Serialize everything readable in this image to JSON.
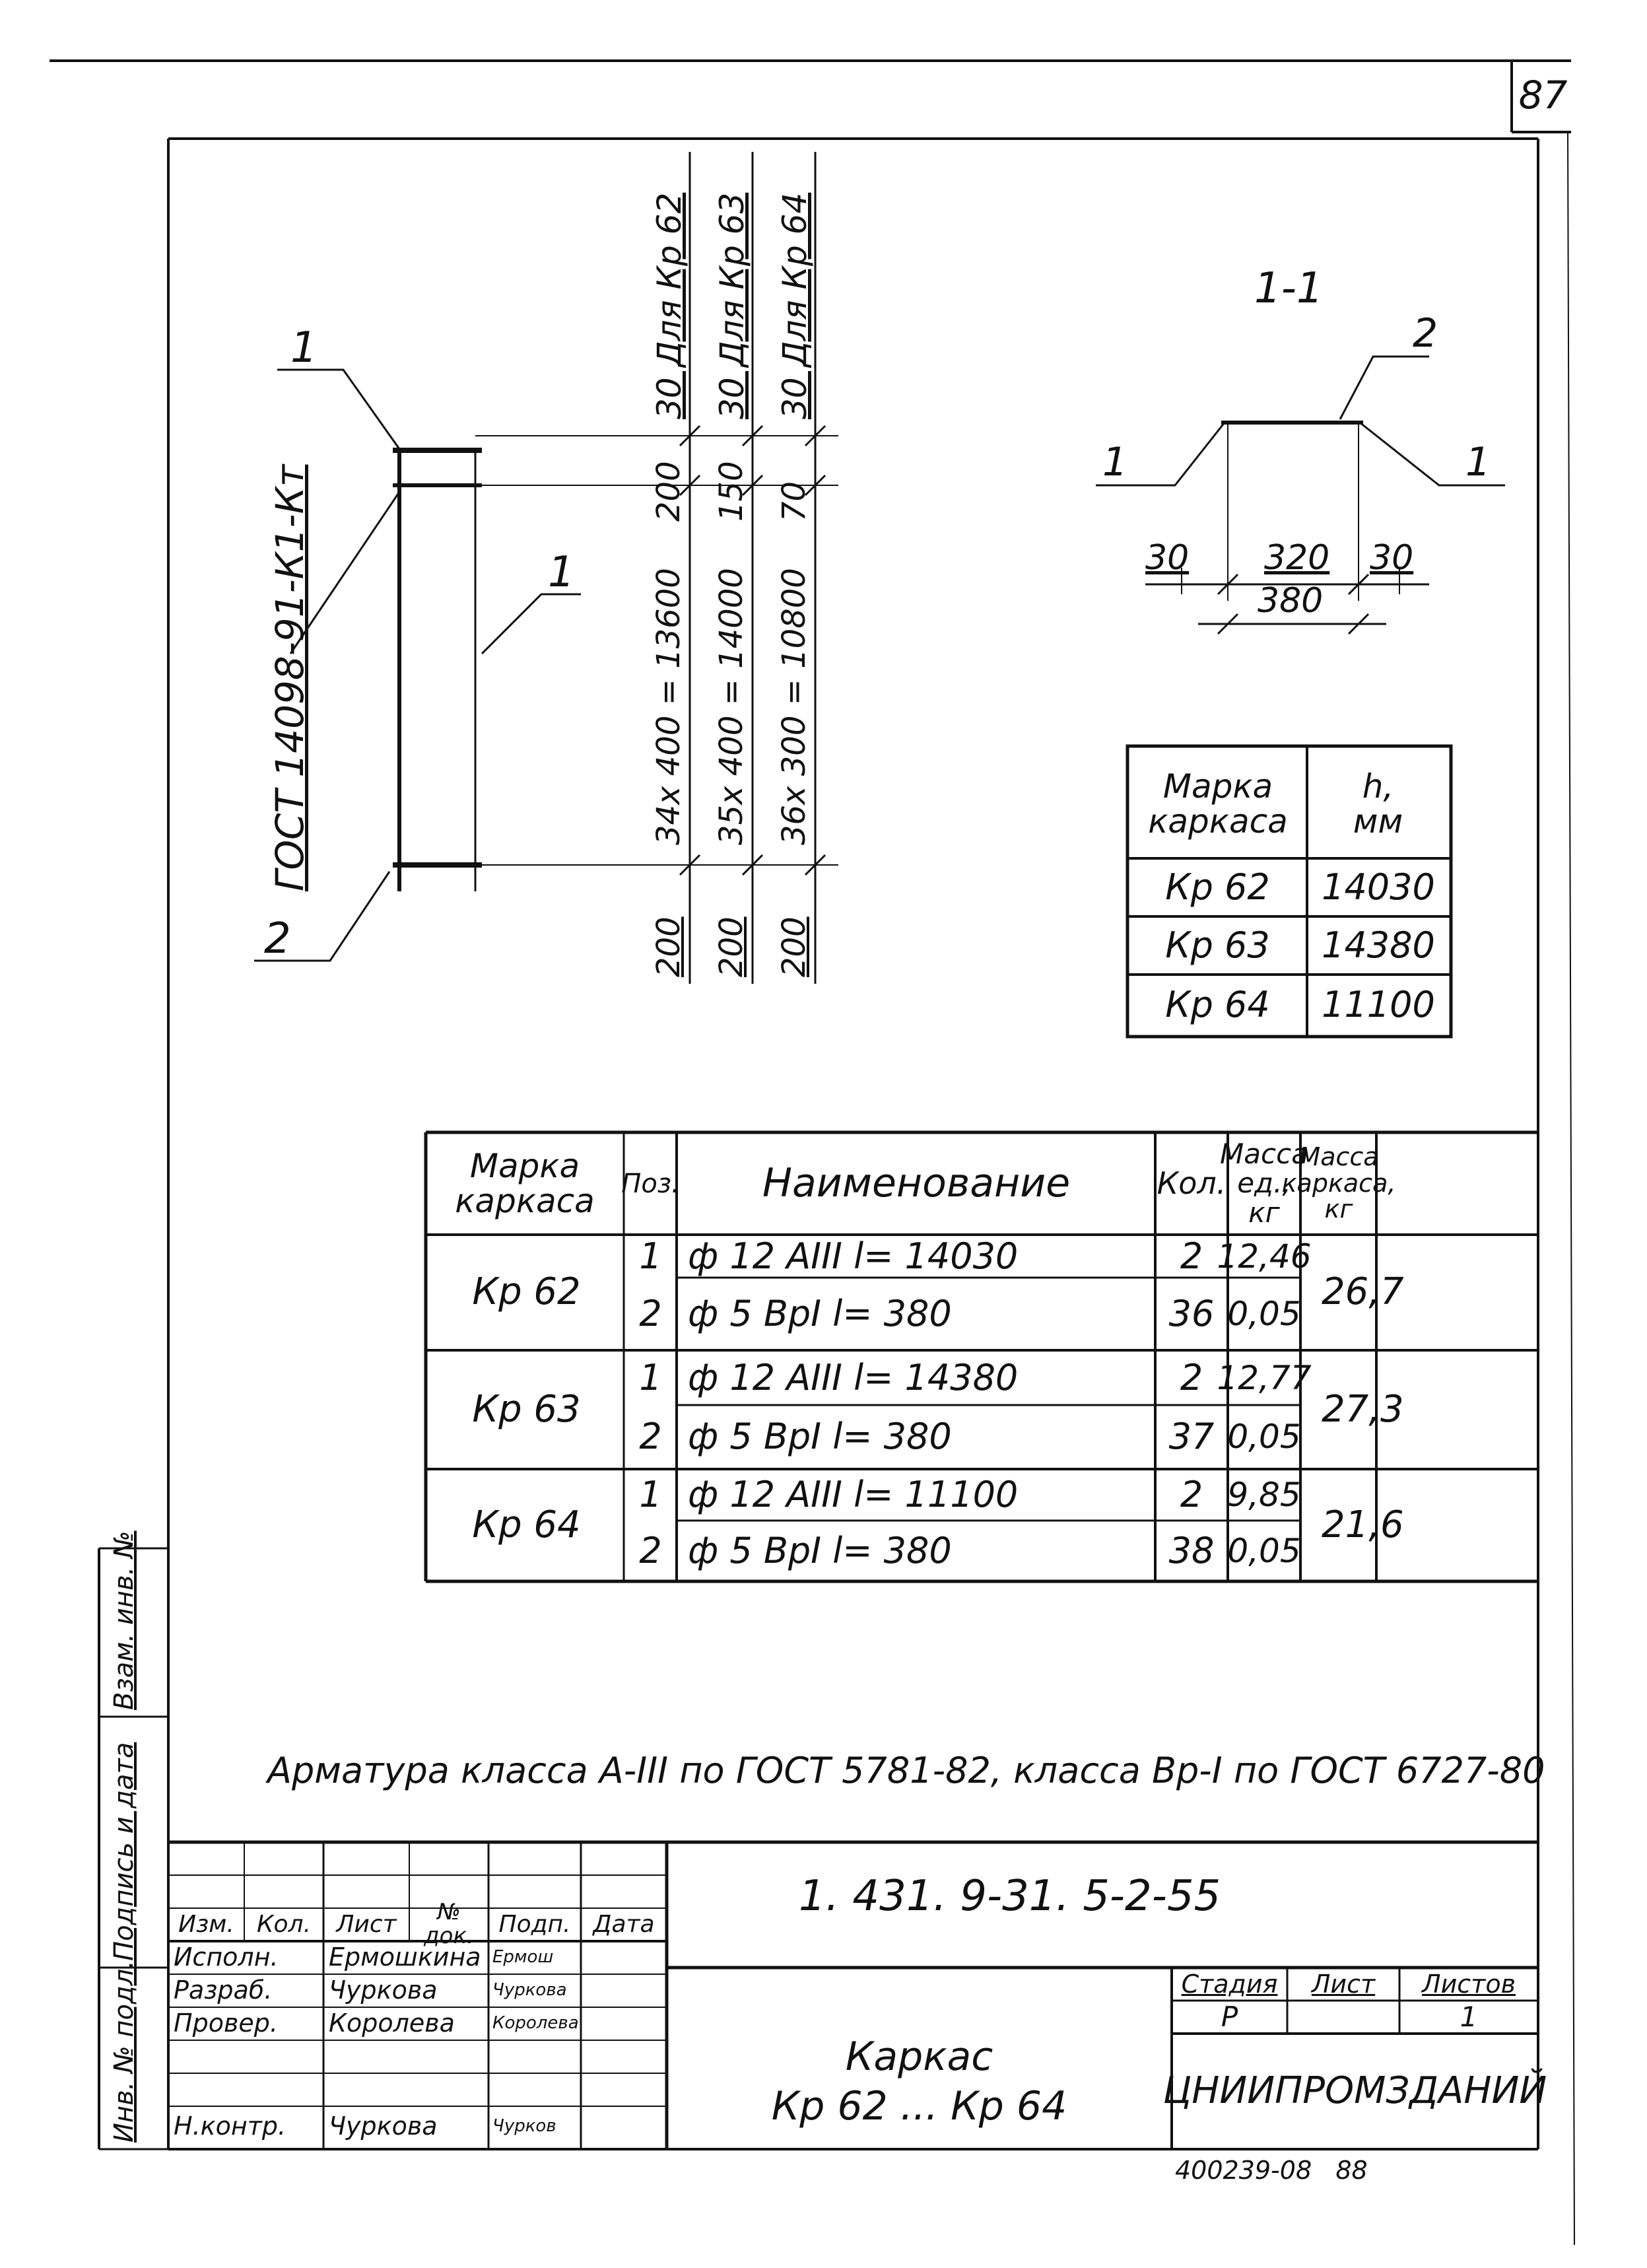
{
  "sheet_number": "87",
  "section_label": "1-1",
  "leader_labels": {
    "top_left": "1",
    "bottom_left": "2",
    "mid": "1",
    "sec_left": "1",
    "sec_right": "1",
    "sec_top": "2"
  },
  "gost_label": "ГОСТ 14098-91-К1-Кт",
  "dim_columns": [
    {
      "top": "30 Для Кр 62",
      "space": "200",
      "mid": "34х 400 = 13600",
      "bottom": "200"
    },
    {
      "top": "30 Для Кр 63",
      "space": "150",
      "mid": "35х 400 = 14000",
      "bottom": "200"
    },
    {
      "top": "30 Для Кр 64",
      "space": "70",
      "mid": "36х 300 = 10800",
      "bottom": "200"
    }
  ],
  "section_dims": {
    "left": "30",
    "middle": "320",
    "right": "30",
    "total": "380"
  },
  "h_table": {
    "header_mark": "Марка каркаса",
    "header_h": "h, мм",
    "rows": [
      {
        "mark": "Кр 62",
        "h": "14030"
      },
      {
        "mark": "Кр 63",
        "h": "14380"
      },
      {
        "mark": "Кр 64",
        "h": "11100"
      }
    ]
  },
  "spec_table": {
    "headers": {
      "mark": "Марка каркаса",
      "pos": "Поз.",
      "name": "Наименование",
      "qty": "Кол.",
      "mass_unit": "Масса ед., кг",
      "mass_total": "Масса каркаса, кг"
    },
    "groups": [
      {
        "mark": "Кр 62",
        "total": "26,7",
        "rows": [
          {
            "pos": "1",
            "name": "ф 12 АIII  l= 14030",
            "qty": "2",
            "mass": "12,46"
          },
          {
            "pos": "2",
            "name": "ф 5 ВрI  l=  380",
            "qty": "36",
            "mass": "0,05"
          }
        ]
      },
      {
        "mark": "Кр 63",
        "total": "27,3",
        "rows": [
          {
            "pos": "1",
            "name": "ф 12 АIII  l= 14380",
            "qty": "2",
            "mass": "12,77"
          },
          {
            "pos": "2",
            "name": "ф 5 ВрI  l=  380",
            "qty": "37",
            "mass": "0,05"
          }
        ]
      },
      {
        "mark": "Кр 64",
        "total": "21,6",
        "rows": [
          {
            "pos": "1",
            "name": "ф 12 АIII  l= 11100",
            "qty": "2",
            "mass": "9,85"
          },
          {
            "pos": "2",
            "name": "ф 5 ВрI  l=  380",
            "qty": "38",
            "mass": "0,05"
          }
        ]
      }
    ]
  },
  "note": "Арматура класса А-III по ГОСТ 5781-82, класса Вр-I по ГОСТ 6727-80",
  "side_stamp": {
    "a": "Взам. инв. №",
    "b": "Подпись и дата",
    "c": "Инв. № подл."
  },
  "title_block": {
    "doc_code": "1. 431. 9-31. 5-2-55",
    "header_cols": [
      "Изм.",
      "Кол.",
      "Лист",
      "№ док.",
      "Подп.",
      "Дата"
    ],
    "people": [
      {
        "role": "Исполн.",
        "name": "Ермошкина",
        "sign": "Ермош"
      },
      {
        "role": "Разраб.",
        "name": "Чуркова",
        "sign": "Чуркова"
      },
      {
        "role": "Провер.",
        "name": "Королева",
        "sign": "Королева"
      },
      {
        "role": "Н.контр.",
        "name": "Чуркова",
        "sign": "Чурков"
      }
    ],
    "title_line1": "Каркас",
    "title_line2": "Кр 62 ... Кр 64",
    "stage_label": "Стадия",
    "sheet_label": "Лист",
    "sheets_label": "Листов",
    "stage": "Р",
    "sheets": "1",
    "org": "ЦНИИПРОМЗДАНИЙ",
    "footer": "400239-08   88"
  }
}
